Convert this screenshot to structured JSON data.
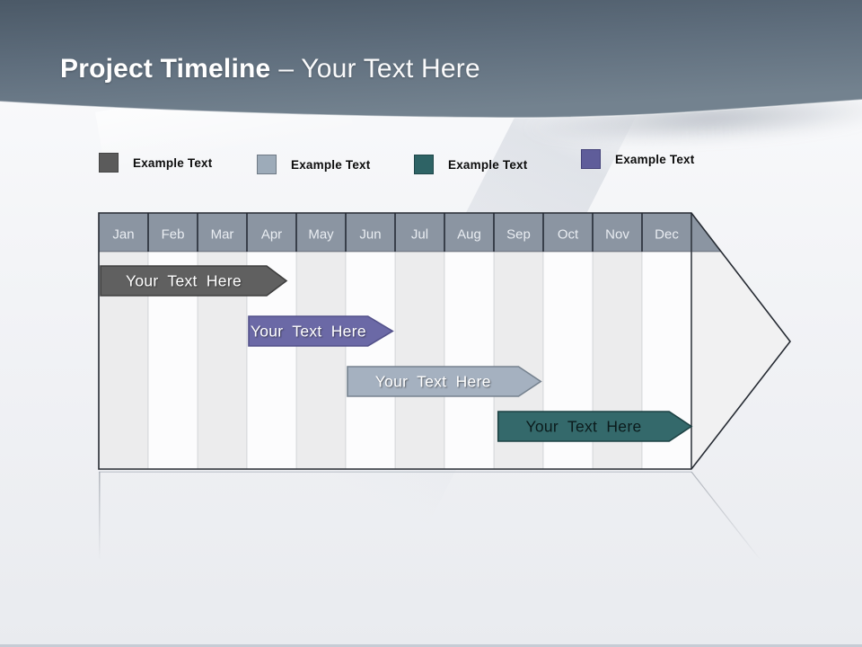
{
  "slide": {
    "title": {
      "bold": "Project Timeline",
      "regular": "– Your Text Here"
    }
  },
  "legend": {
    "items": [
      {
        "label": "Example Text",
        "color": "#5b5b5b",
        "border": "#454545"
      },
      {
        "label": "Example Text",
        "color": "#9dabb9",
        "border": "#6f7a86"
      },
      {
        "label": "Example Text",
        "color": "#2e6365",
        "border": "#1f474a"
      },
      {
        "label": "Example Text",
        "color": "#5f5d9a",
        "border": "#45437a"
      }
    ]
  },
  "timeline": {
    "months": [
      "Jan",
      "Feb",
      "Mar",
      "Apr",
      "May",
      "Jun",
      "Jul",
      "Aug",
      "Sep",
      "Oct",
      "Nov",
      "Dec"
    ],
    "header_bg": "#8b95a2",
    "header_text_color": "#e9edf2",
    "bars": [
      {
        "label": "Your Text Here",
        "row": 0,
        "start_month": 0,
        "end_month": 3.4,
        "tip_month": 3.8,
        "fill": "#606060",
        "stroke": "#3f3f3f",
        "text_color": "#ffffff"
      },
      {
        "label": "Your Text Here",
        "row": 1,
        "start_month": 3.0,
        "end_month": 5.45,
        "tip_month": 5.95,
        "fill": "#6b69a6",
        "stroke": "#53518a",
        "text_color": "#ffffff"
      },
      {
        "label": "Your Text Here",
        "row": 2,
        "start_month": 5.0,
        "end_month": 8.5,
        "tip_month": 8.95,
        "fill": "#a5b1c0",
        "stroke": "#76828f",
        "text_color": "#ffffff"
      },
      {
        "label": "Your Text Here",
        "row": 3,
        "start_month": 8.05,
        "end_month": 11.55,
        "tip_month": 12.0,
        "fill": "#34696b",
        "stroke": "#1d4244",
        "text_color": "#0b1b1c"
      }
    ]
  },
  "chart_data": {
    "type": "bar",
    "subtype": "gantt-timeline",
    "title": "Project Timeline – Your Text Here",
    "categories": [
      "Jan",
      "Feb",
      "Mar",
      "Apr",
      "May",
      "Jun",
      "Jul",
      "Aug",
      "Sep",
      "Oct",
      "Nov",
      "Dec"
    ],
    "series": [
      {
        "name": "Your Text Here",
        "color": "#606060",
        "start": "Jan",
        "end": "Apr",
        "start_index": 0,
        "end_index": 3.8
      },
      {
        "name": "Your Text Here",
        "color": "#6b69a6",
        "start": "Apr",
        "end": "Jun",
        "start_index": 3.0,
        "end_index": 5.95
      },
      {
        "name": "Your Text Here",
        "color": "#a5b1c0",
        "start": "Jun",
        "end": "Sep",
        "start_index": 5.0,
        "end_index": 8.95
      },
      {
        "name": "Your Text Here",
        "color": "#34696b",
        "start": "Sep",
        "end": "Dec",
        "start_index": 8.05,
        "end_index": 12.0
      }
    ],
    "legend_entries": [
      "Example Text",
      "Example Text",
      "Example Text",
      "Example Text"
    ],
    "legend_position": "top",
    "x_axis": "months Jan to Dec",
    "grid": true
  }
}
